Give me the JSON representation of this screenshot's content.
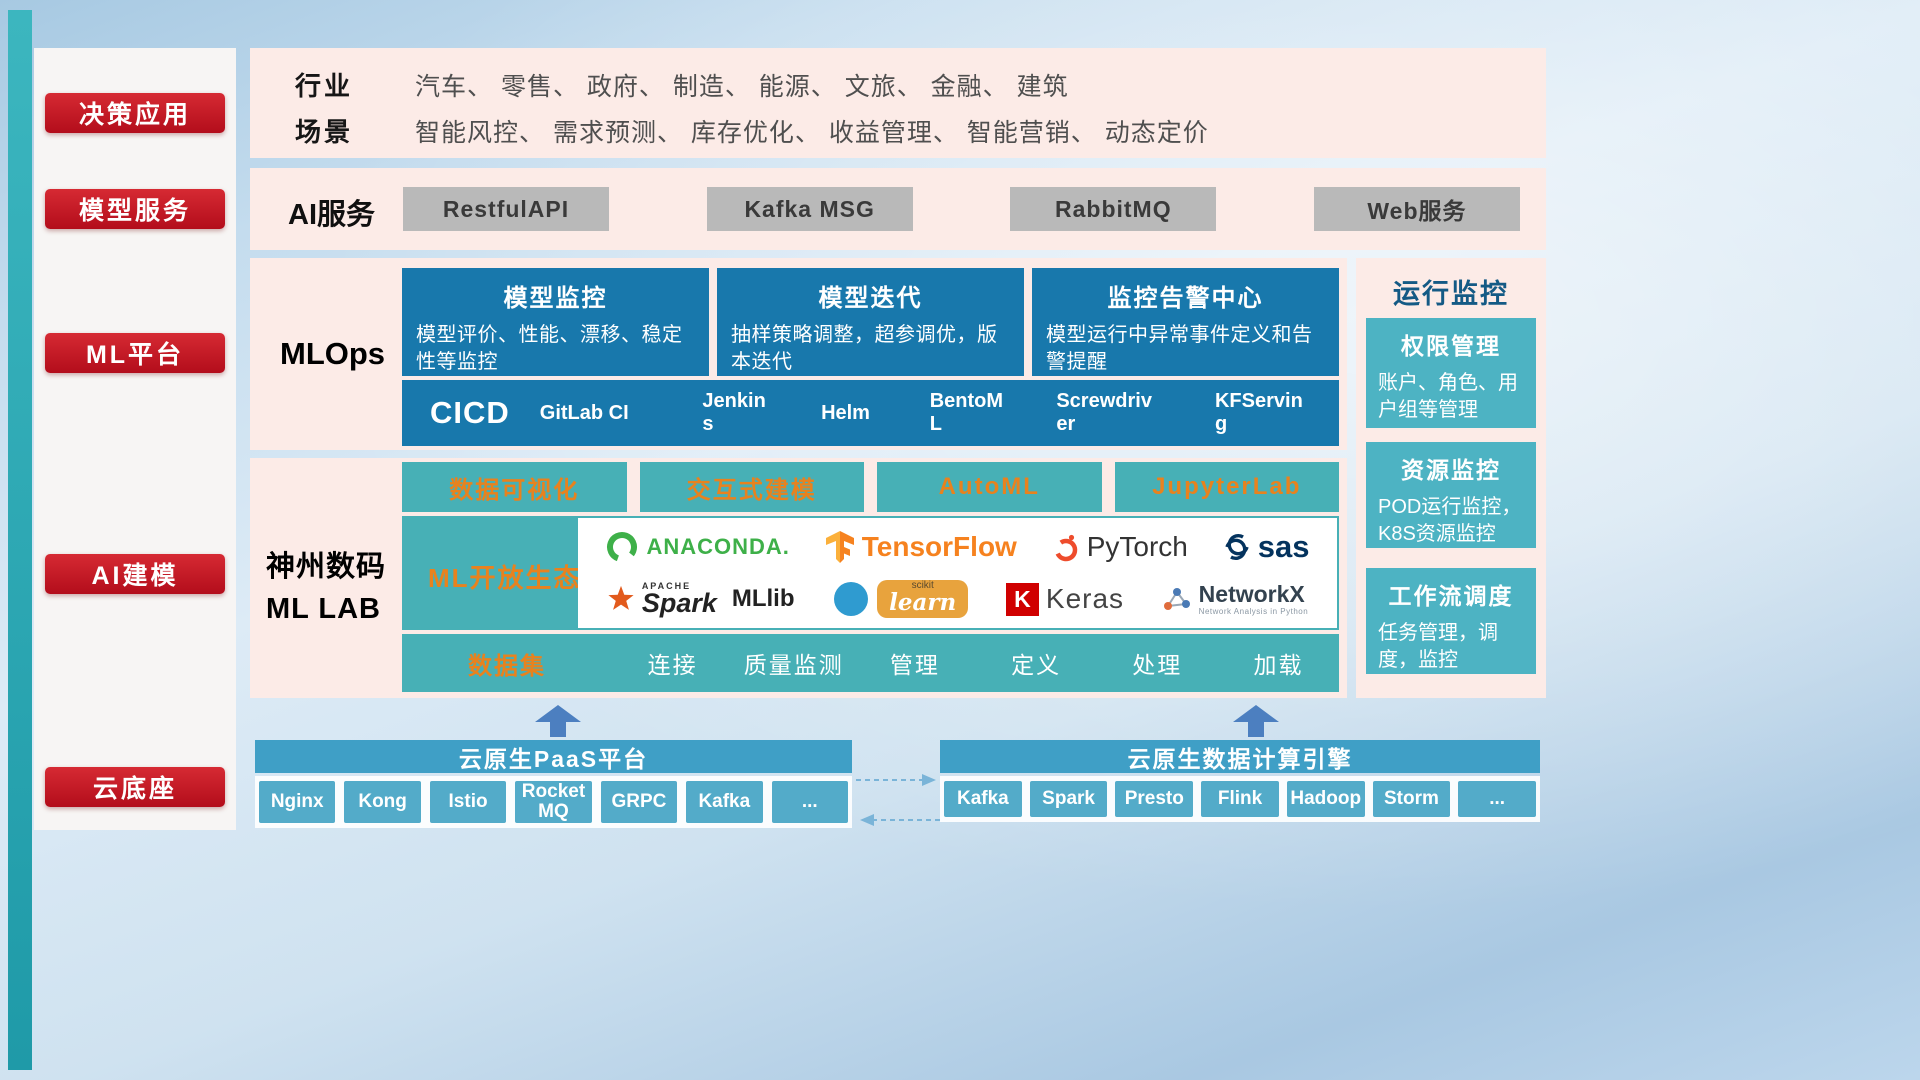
{
  "sidebar": {
    "items": [
      {
        "label": "决策应用"
      },
      {
        "label": "模型服务"
      },
      {
        "label": "ML平台"
      },
      {
        "label": "AI建模"
      },
      {
        "label": "云底座"
      }
    ]
  },
  "industry": {
    "row1_label": "行业",
    "row1_text": "汽车、 零售、 政府、 制造、 能源、 文旅、 金融、 建筑",
    "row2_label": "场景",
    "row2_text": "智能风控、 需求预测、 库存优化、 收益管理、 智能营销、 动态定价"
  },
  "ai_service": {
    "label": "AI服务",
    "buttons": [
      {
        "label": "RestfulAPI"
      },
      {
        "label": "Kafka MSG"
      },
      {
        "label": "RabbitMQ"
      },
      {
        "label": "Web服务"
      }
    ]
  },
  "mlops": {
    "label": "MLOps",
    "cards": [
      {
        "title": "模型监控",
        "desc": "模型评价、性能、漂移、稳定性等监控"
      },
      {
        "title": "模型迭代",
        "desc": "抽样策略调整，超参调优，版本迭代"
      },
      {
        "title": "监控告警中心",
        "desc": "模型运行中异常事件定义和告警提醒"
      }
    ],
    "cicd_title": "CICD",
    "cicd_items": [
      {
        "label": "GitLab CI"
      },
      {
        "label": "Jenkins"
      },
      {
        "label": "Helm"
      },
      {
        "label": "BentoML"
      },
      {
        "label": "Screwdriver"
      },
      {
        "label": "KFServing"
      }
    ]
  },
  "mllab": {
    "label_line1": "神州数码",
    "label_line2": "ML LAB",
    "tools": [
      {
        "label": "数据可视化"
      },
      {
        "label": "交互式建模"
      },
      {
        "label": "AutoML"
      },
      {
        "label": "JupyterLab"
      }
    ],
    "ecosystem_label": "ML开放生态",
    "logos": {
      "anaconda": "ANACONDA.",
      "tensorflow": "TensorFlow",
      "pytorch": "PyTorch",
      "sas": "sas",
      "apache": "APACHE",
      "spark": "Spark",
      "mllib": "MLlib",
      "scikit_top": "scikit",
      "scikit_learn": "learn",
      "keras_k": "K",
      "keras": "Keras",
      "networkx": "NetworkX",
      "networkx_sub": "Network Analysis in Python"
    },
    "dataset_label": "数据集",
    "dataset_items": [
      {
        "label": "连接"
      },
      {
        "label": "质量监测"
      },
      {
        "label": "管理"
      },
      {
        "label": "定义"
      },
      {
        "label": "处理"
      },
      {
        "label": "加载"
      }
    ]
  },
  "monitor": {
    "title": "运行监控",
    "cards": [
      {
        "title": "权限管理",
        "desc": "账户、角色、用户组等管理"
      },
      {
        "title": "资源监控",
        "desc": "POD运行监控，K8S资源监控"
      },
      {
        "title": "工作流调度",
        "desc": "任务管理，调度，监控"
      }
    ]
  },
  "cloud": {
    "paas_title": "云原生PaaS平台",
    "paas_items": [
      {
        "label": "Nginx"
      },
      {
        "label": "Kong"
      },
      {
        "label": "Istio"
      },
      {
        "label": "RocketMQ"
      },
      {
        "label": "GRPC"
      },
      {
        "label": "Kafka"
      },
      {
        "label": "..."
      }
    ],
    "engine_title": "云原生数据计算引擎",
    "engine_items": [
      {
        "label": "Kafka"
      },
      {
        "label": "Spark"
      },
      {
        "label": "Presto"
      },
      {
        "label": "Flink"
      },
      {
        "label": "Hadoop"
      },
      {
        "label": "Storm"
      },
      {
        "label": "..."
      }
    ]
  },
  "colors": {
    "accent_red": "#c5121f",
    "pink_band": "#fcebe7",
    "blue_card": "#1878ac",
    "teal_block": "#47b0b6",
    "orange_text": "#e8821e",
    "cloud_bar": "#3f9fc6"
  }
}
